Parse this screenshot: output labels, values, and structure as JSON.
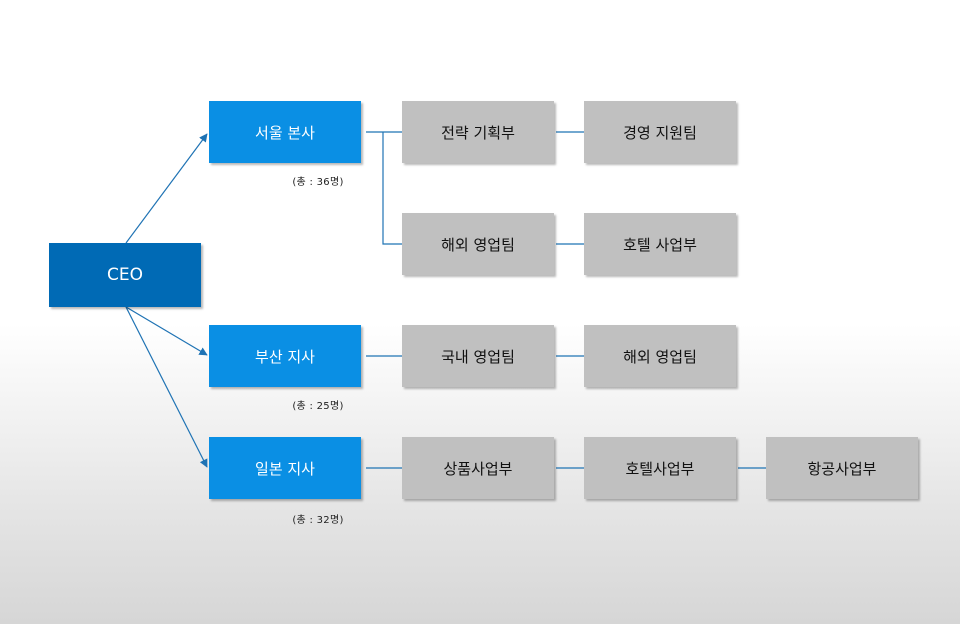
{
  "colors": {
    "ceo_fill": "#006ab5",
    "branch_fill": "#0a8fe4",
    "dept_fill": "#c0c0c0",
    "connector": "#1f73b4"
  },
  "ceo": {
    "label": "CEO"
  },
  "branches": [
    {
      "label": "서울 본사",
      "total": "(총 : 36명)",
      "departments": [
        "전략 기획부",
        "경영 지원팀",
        "해외 영업팀",
        "호텔 사업부"
      ]
    },
    {
      "label": "부산 지사",
      "total": "(총 : 25명)",
      "departments": [
        "국내 영업팀",
        "해외 영업팀"
      ]
    },
    {
      "label": "일본 지사",
      "total": "(총 : 32명)",
      "departments": [
        "상품사업부",
        "호텔사업부",
        "항공사업부"
      ]
    }
  ]
}
